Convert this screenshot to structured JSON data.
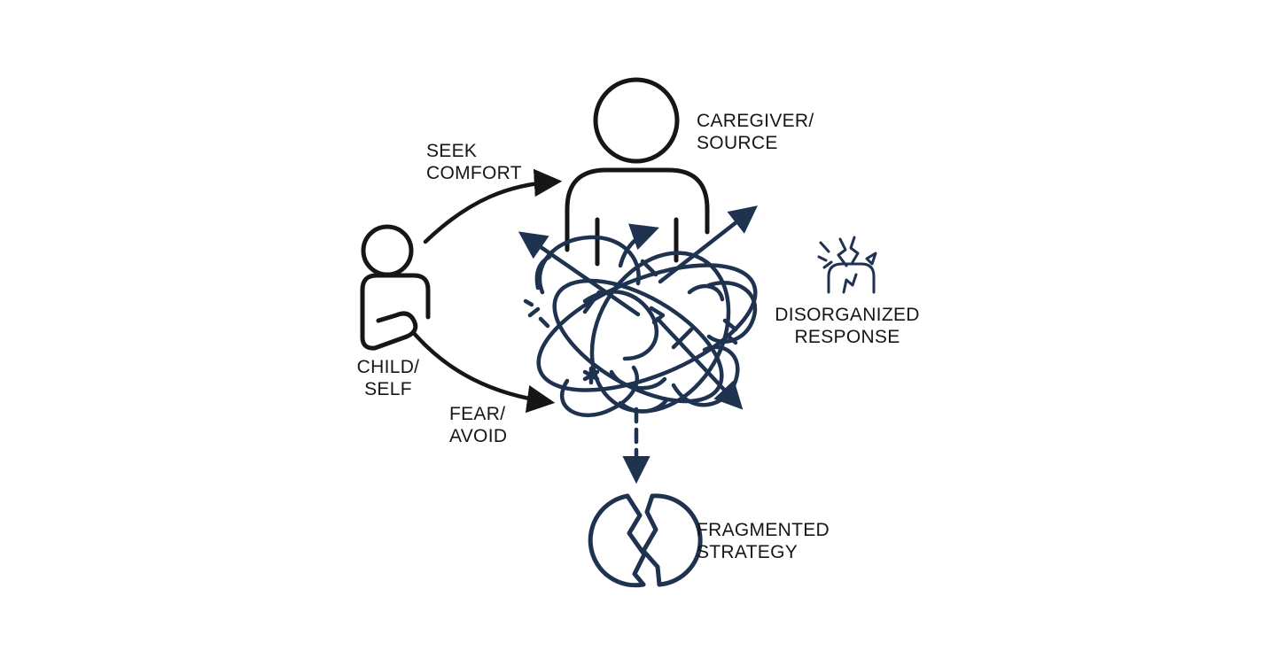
{
  "nodes": {
    "child": {
      "line1": "CHILD/",
      "line2": "SELF"
    },
    "caregiver": {
      "line1": "CAREGIVER/",
      "line2": "SOURCE"
    },
    "disorganized": {
      "line1": "DISORGANIZED",
      "line2": "RESPONSE"
    },
    "fragmented": {
      "line1": "FRAGMENTED",
      "line2": "STRATEGY"
    }
  },
  "edges": {
    "seek": {
      "line1": "SEEK",
      "line2": "COMFORT"
    },
    "fear": {
      "line1": "FEAR/",
      "line2": "AVOID"
    }
  },
  "colors": {
    "ink": "#161616",
    "navy": "#1f3350"
  }
}
